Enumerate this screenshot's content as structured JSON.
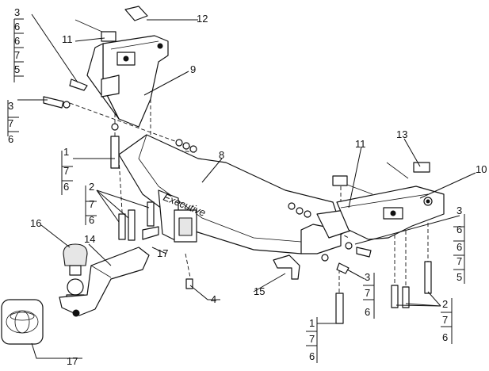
{
  "brand_text": "Executive",
  "callouts": {
    "c1_left": [
      "1",
      "7",
      "6"
    ],
    "c1_right": [
      "1",
      "7",
      "6"
    ],
    "c2_left": [
      "2",
      "7",
      "6"
    ],
    "c2_right": [
      "2",
      "7",
      "6"
    ],
    "c3_top": [
      "3",
      "6",
      "6",
      "7",
      "5"
    ],
    "c3_left": [
      "3",
      "7",
      "6"
    ],
    "c3_mid": [
      "3",
      "7",
      "6"
    ],
    "c3_right": [
      "3",
      "6",
      "6",
      "7",
      "5"
    ],
    "single": {
      "n4": "4",
      "n8": "8",
      "n9": "9",
      "n10": "10",
      "n11a": "11",
      "n11b": "11",
      "n12": "12",
      "n13": "13",
      "n14": "14",
      "n15": "15",
      "n16": "16",
      "n17a": "17",
      "n17b": "17"
    }
  }
}
